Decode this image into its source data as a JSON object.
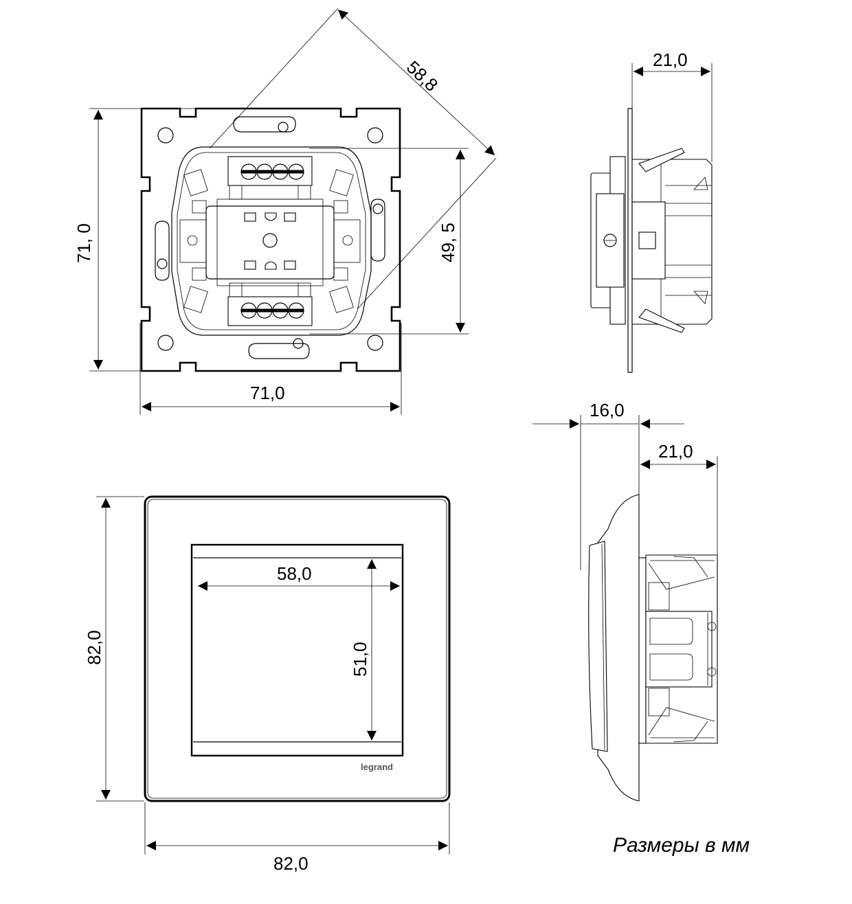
{
  "dimensions": {
    "mechanism_diagonal": "58,8",
    "mechanism_height": "71, 0",
    "mechanism_inner_height": "49, 5",
    "mechanism_width": "71,0",
    "mechanism_side_depth": "21,0",
    "frame_height": "82,0",
    "frame_width": "82,0",
    "window_width": "58,0",
    "window_height": "51,0",
    "assembly_frame_depth": "16,0",
    "assembly_mechanism_depth": "21,0"
  },
  "brand_logo": "legrand",
  "caption": "Размеры в мм"
}
